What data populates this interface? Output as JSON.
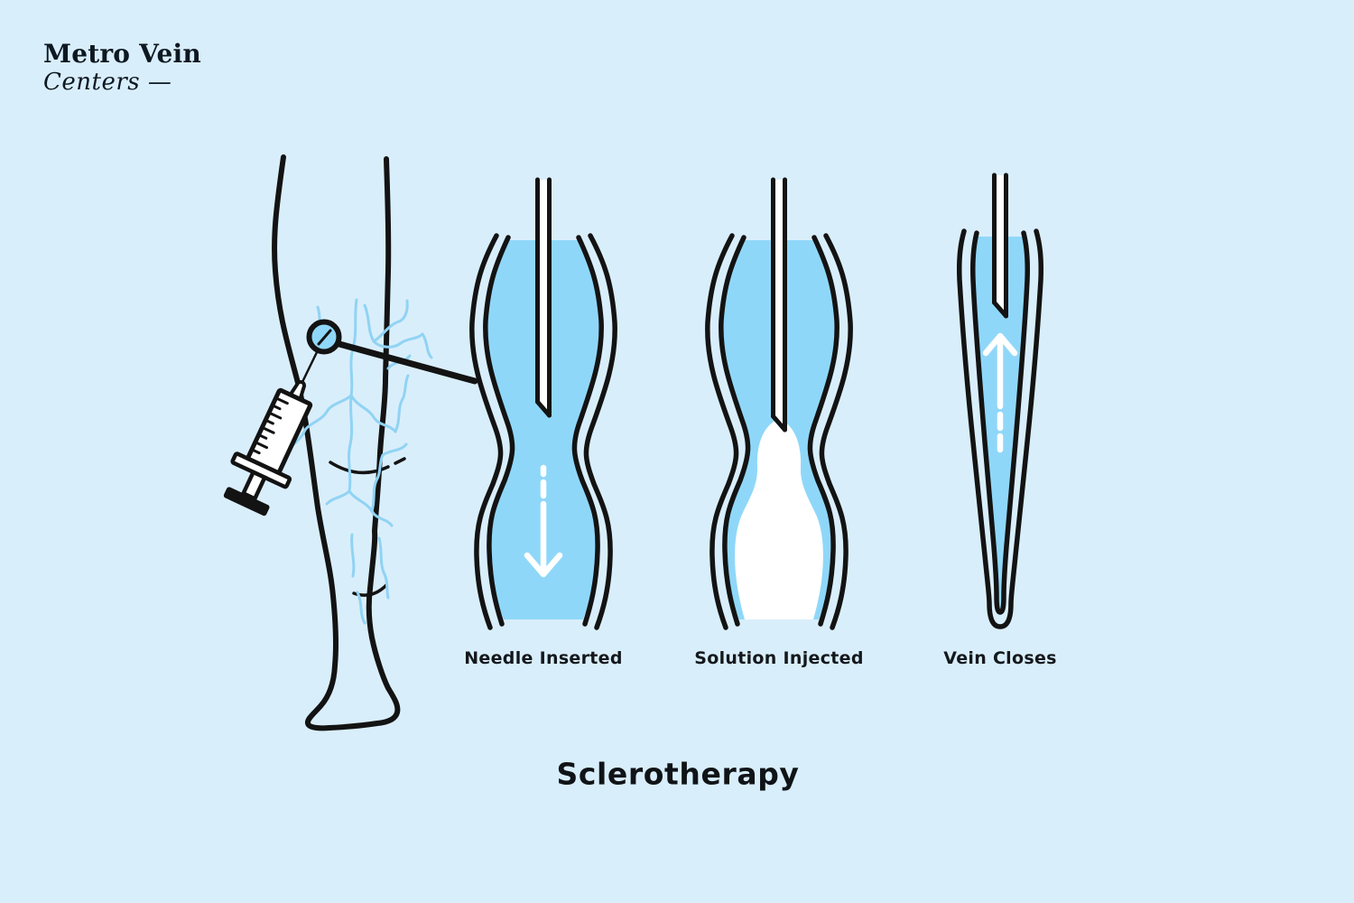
{
  "brand": {
    "name": "Metro Vein",
    "subtitle": "Centers —"
  },
  "title": "Sclerotherapy",
  "steps": [
    {
      "id": "needle-inserted",
      "label": "Needle Inserted"
    },
    {
      "id": "solution-injected",
      "label": "Solution Injected"
    },
    {
      "id": "vein-closes",
      "label": "Vein Closes"
    }
  ],
  "icons": [
    "leg-illustration-icon",
    "spider-veins-icon",
    "injection-site-magnifier-icon",
    "syringe-icon",
    "needle-icon",
    "flow-arrow-down-icon",
    "flow-arrow-up-icon"
  ],
  "colors": {
    "background": "#d9eefb",
    "vein_fill": "#8fd7f9",
    "spider_veins": "#90d3f4",
    "outline": "#131313",
    "solution": "#ffffff",
    "text": "#14181c"
  }
}
